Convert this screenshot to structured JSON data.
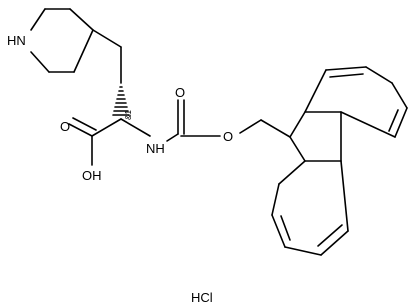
{
  "molecule": {
    "atoms": {
      "piperidine_n": "HN",
      "carbonyl_o_acid": "O",
      "hydroxyl": "OH",
      "amide_nh": "NH",
      "carbonyl_o_carbamate": "O",
      "ester_o": "O"
    },
    "stereo_label": "&1",
    "salt": "HCl"
  }
}
